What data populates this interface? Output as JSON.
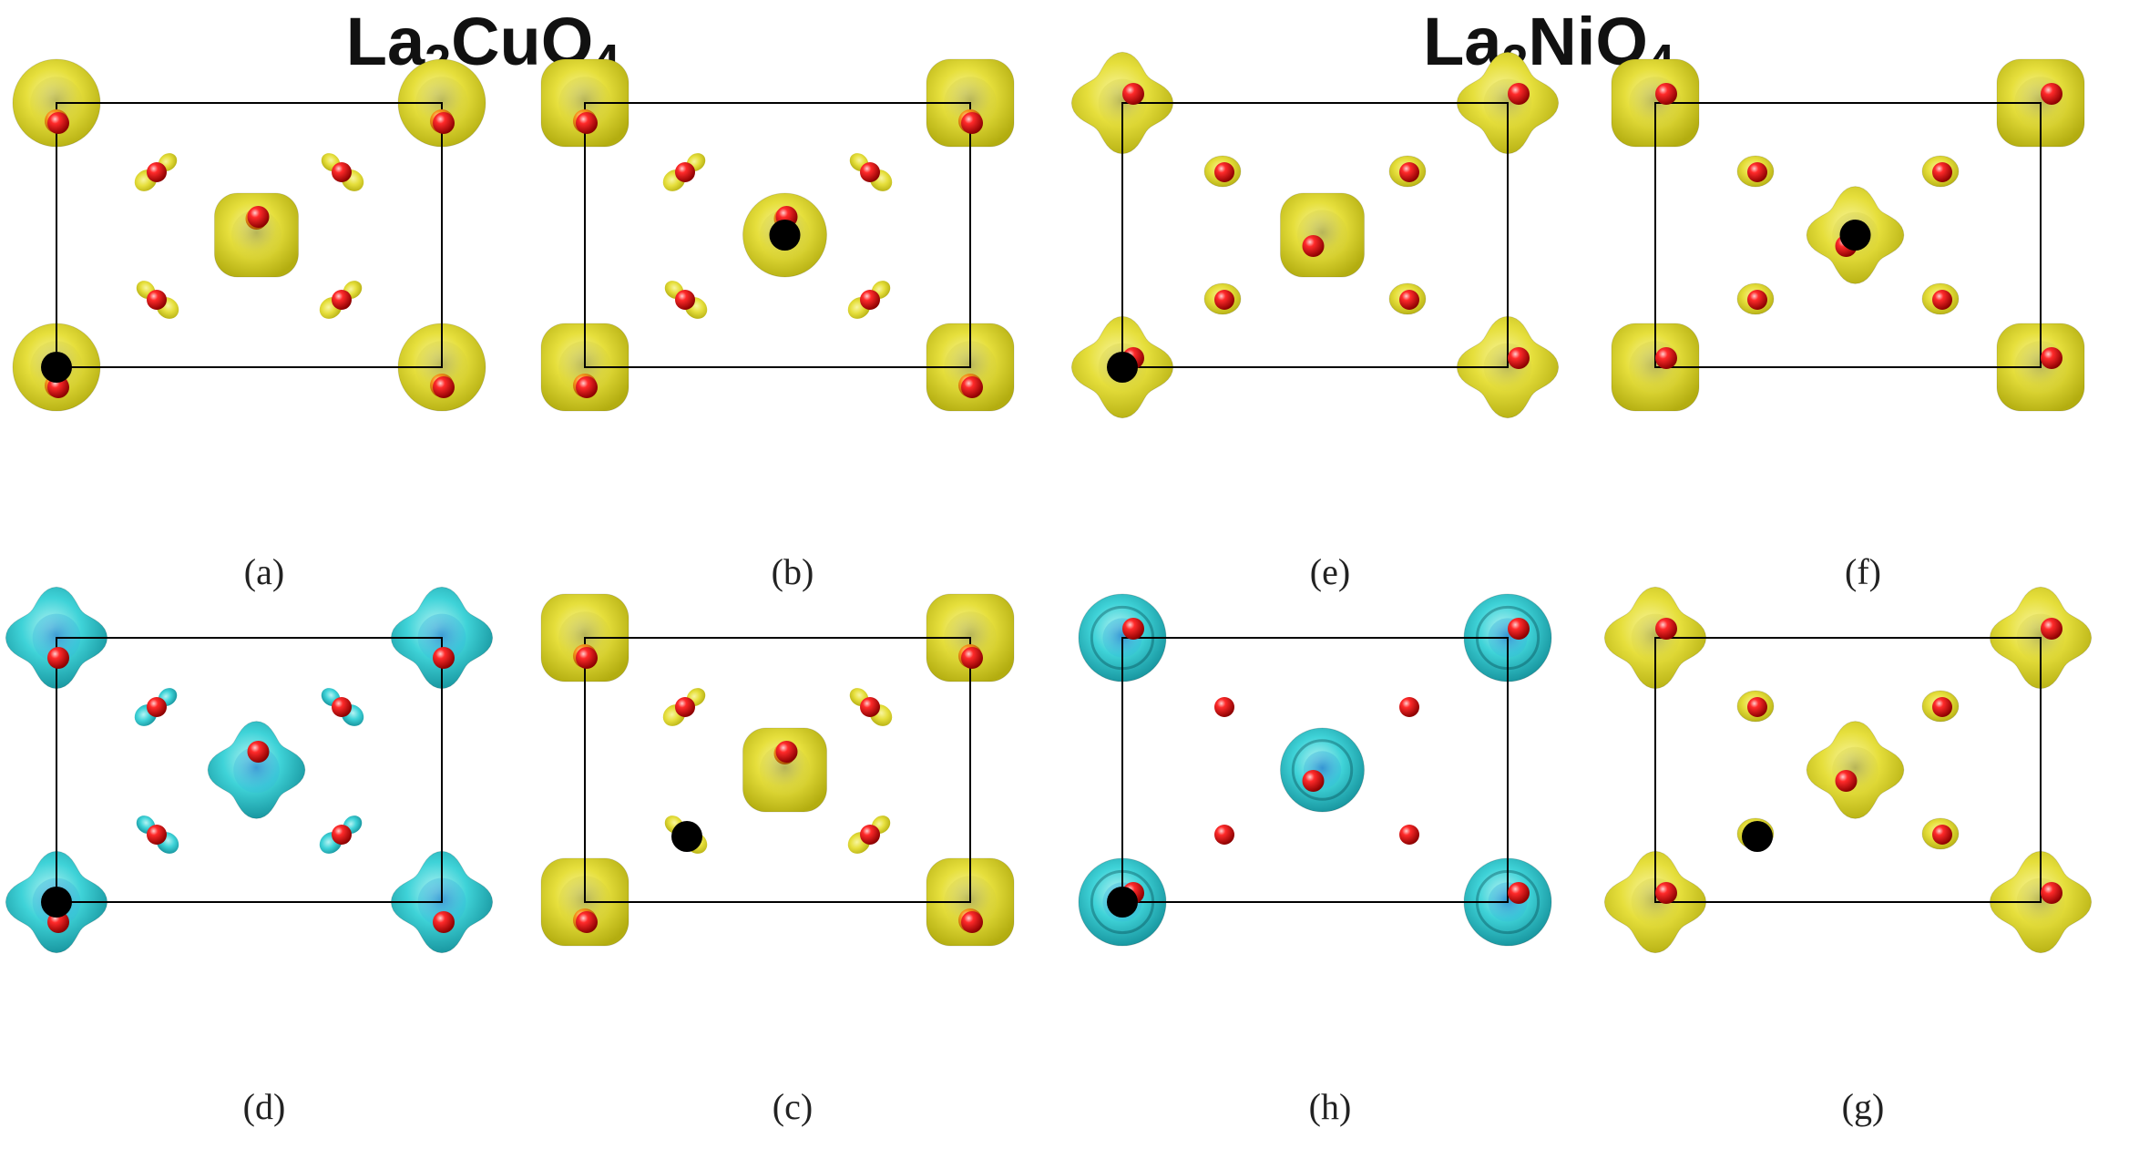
{
  "headings": {
    "left": {
      "base": "La",
      "sub1": "2",
      "mid": "CuO",
      "sub2": "4"
    },
    "right": {
      "base": "La",
      "sub1": "2",
      "mid": "NiO",
      "sub2": "4"
    }
  },
  "colors": {
    "yellow_isosurface": "#e8e23a",
    "cyan_isosurface": "#3fd3d8",
    "oxygen": "#e01010",
    "copper_metal": "#f08a10",
    "hole_marker": "#000000",
    "cell_edge": "#000000"
  },
  "panels": [
    {
      "id": "a",
      "caption": "(a)",
      "compound": "La2CuO4",
      "isosurface": "yellow",
      "hole_site": "corner"
    },
    {
      "id": "b",
      "caption": "(b)",
      "compound": "La2CuO4",
      "isosurface": "yellow",
      "hole_site": "center"
    },
    {
      "id": "e",
      "caption": "(e)",
      "compound": "La2NiO4",
      "isosurface": "yellow",
      "hole_site": "corner"
    },
    {
      "id": "f",
      "caption": "(f)",
      "compound": "La2NiO4",
      "isosurface": "yellow",
      "hole_site": "center"
    },
    {
      "id": "d",
      "caption": "(d)",
      "compound": "La2CuO4",
      "isosurface": "cyan",
      "hole_site": "corner"
    },
    {
      "id": "c",
      "caption": "(c)",
      "compound": "La2CuO4",
      "isosurface": "yellow",
      "hole_site": "inner"
    },
    {
      "id": "h",
      "caption": "(h)",
      "compound": "La2NiO4",
      "isosurface": "cyan",
      "hole_site": "corner"
    },
    {
      "id": "g",
      "caption": "(g)",
      "compound": "La2NiO4",
      "isosurface": "yellow",
      "hole_site": "inner"
    }
  ]
}
